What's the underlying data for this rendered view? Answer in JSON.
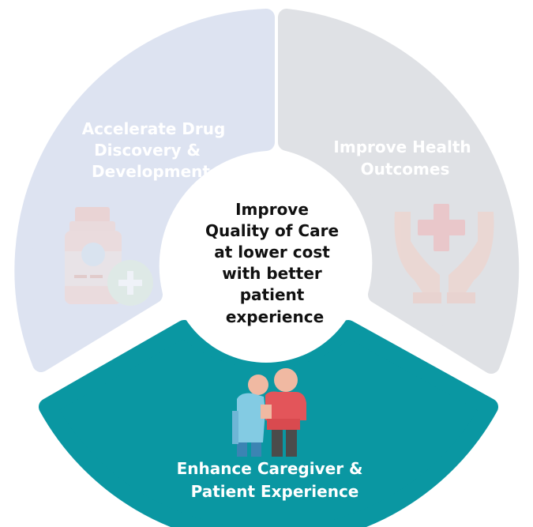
{
  "center": {
    "lines": [
      "Improve",
      "Quality of Care",
      "at lower cost",
      "with better",
      "patient",
      "experience"
    ]
  },
  "segments": {
    "drug_discovery": {
      "lines": [
        "Accelerate Drug",
        "Discovery &",
        "Development"
      ],
      "icon": "medicine-bottle-icon",
      "state": "faded"
    },
    "health_outcomes": {
      "lines": [
        "Improve Health",
        "Outcomes"
      ],
      "icon": "hands-cross-icon",
      "state": "faded"
    },
    "caregiver": {
      "lines": [
        "Enhance Caregiver &",
        "Patient Experience"
      ],
      "icon": "caregiver-patient-icon",
      "state": "highlighted"
    }
  },
  "colors": {
    "drug_discovery_segment": "#dde3f1",
    "health_outcomes_segment": "#dfe1e5",
    "caregiver_segment": "#0a97a2",
    "faded_text": "#ffffff",
    "center_text": "#111111",
    "center_circle": "#ffffff"
  }
}
